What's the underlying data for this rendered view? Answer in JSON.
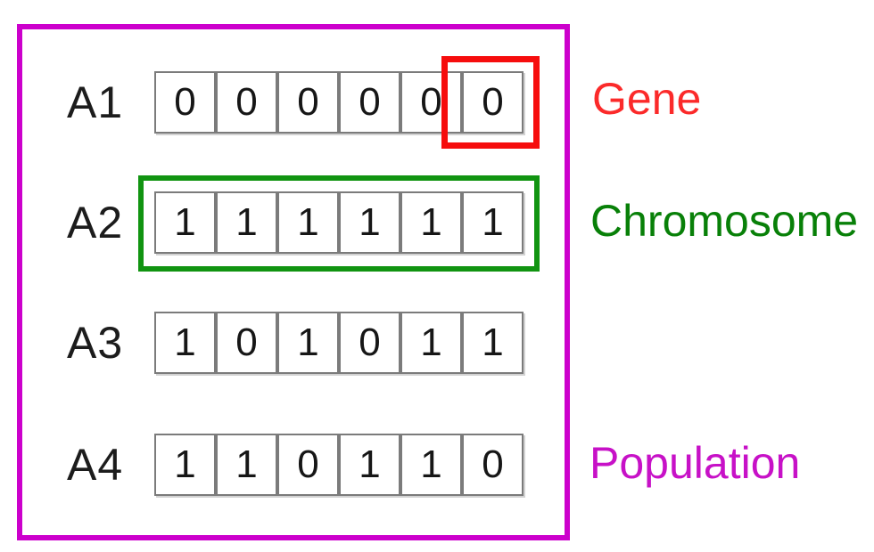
{
  "rows": [
    {
      "label": "A1",
      "cells": [
        "0",
        "0",
        "0",
        "0",
        "0",
        "0"
      ]
    },
    {
      "label": "A2",
      "cells": [
        "1",
        "1",
        "1",
        "1",
        "1",
        "1"
      ]
    },
    {
      "label": "A3",
      "cells": [
        "1",
        "0",
        "1",
        "0",
        "1",
        "1"
      ]
    },
    {
      "label": "A4",
      "cells": [
        "1",
        "1",
        "0",
        "1",
        "1",
        "0"
      ]
    }
  ],
  "annotations": {
    "gene": "Gene",
    "chromosome": "Chromosome",
    "population": "Population"
  },
  "colors": {
    "population_outline": "#cc00cc",
    "gene_outline": "#f60d0d",
    "chromosome_outline": "#119411",
    "gene_label": "#fb2a2a",
    "chromosome_label": "#088008",
    "population_label": "#c711c7",
    "cell_border": "#7b7b7b",
    "text": "#1c1c1c"
  }
}
